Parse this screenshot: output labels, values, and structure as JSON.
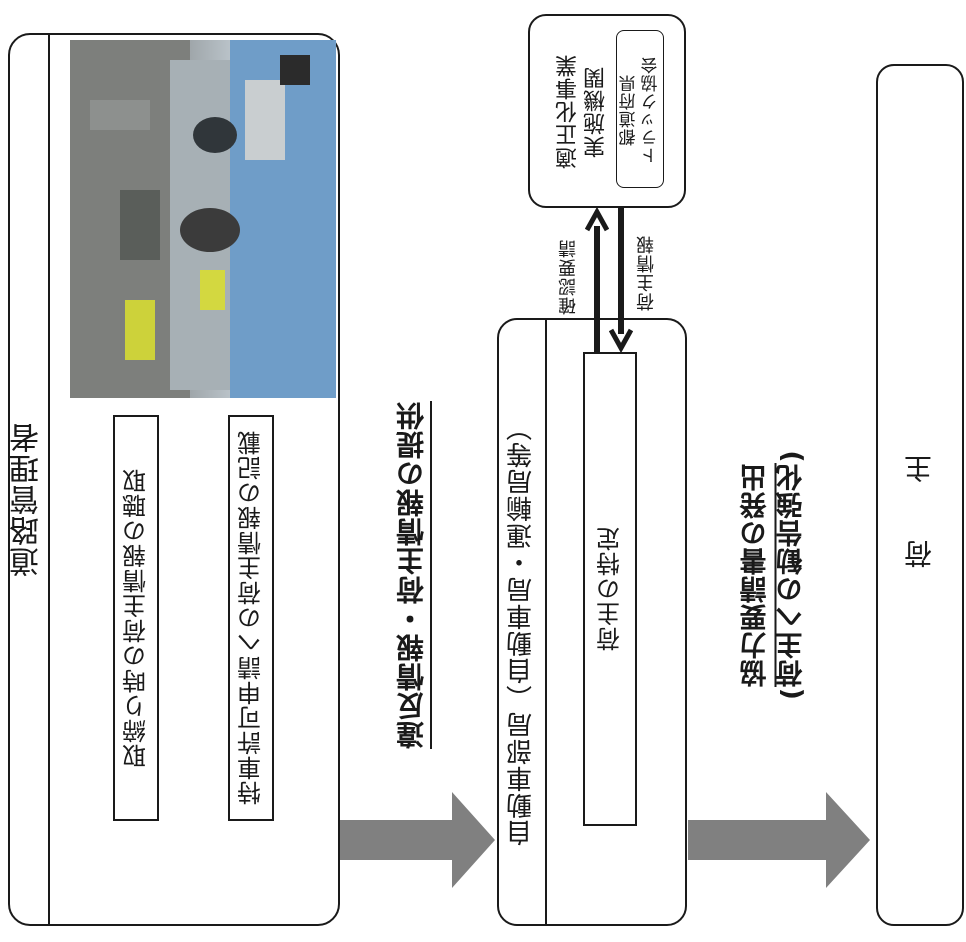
{
  "road_manager": {
    "title": "道路管理者",
    "item1": "取締り時の荷主情報の聴取",
    "item2": "特車許可申請への荷主情報の記載",
    "photo_alt": "roadside inspection photo"
  },
  "transfer": {
    "label": "違反情報・荷主情報の提供"
  },
  "transport_bureau": {
    "title": "自動車部局（自動車局・運輸局等）",
    "identify": "荷主の特定"
  },
  "tekiseika": {
    "line1": "適正化事業",
    "line2": "実施機関",
    "line3": "都道府県",
    "line4": "トラック協会"
  },
  "arrows": {
    "confirm_request": "確認要請",
    "shipper_info": "荷主情報"
  },
  "issue": {
    "line1": "協力要請書の発出",
    "line2": "(荷主への勧告強化)"
  },
  "shipper": {
    "title": "荷 主"
  },
  "colors": {
    "line": "#1a1a1a",
    "big_arrow": "#808080"
  }
}
